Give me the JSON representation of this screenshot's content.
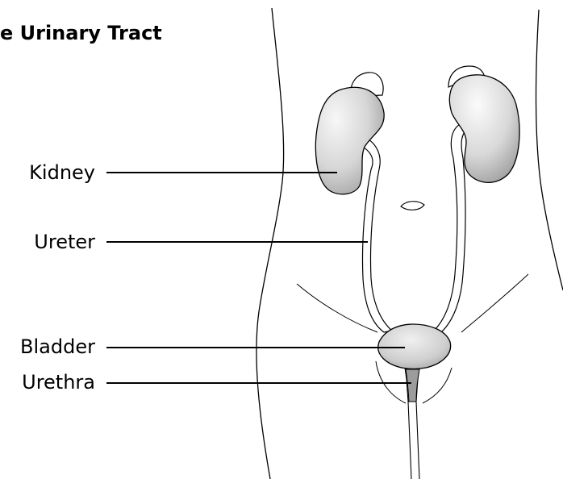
{
  "title": "e Urinary Tract",
  "labels": {
    "kidney": "Kidney",
    "ureter": "Ureter",
    "bladder": "Bladder",
    "urethra": "Urethra"
  },
  "colors": {
    "organ_fill_light": "#f2f2f2",
    "organ_fill_dark": "#9a9a9a",
    "outline": "#000000",
    "background": "#ffffff"
  }
}
